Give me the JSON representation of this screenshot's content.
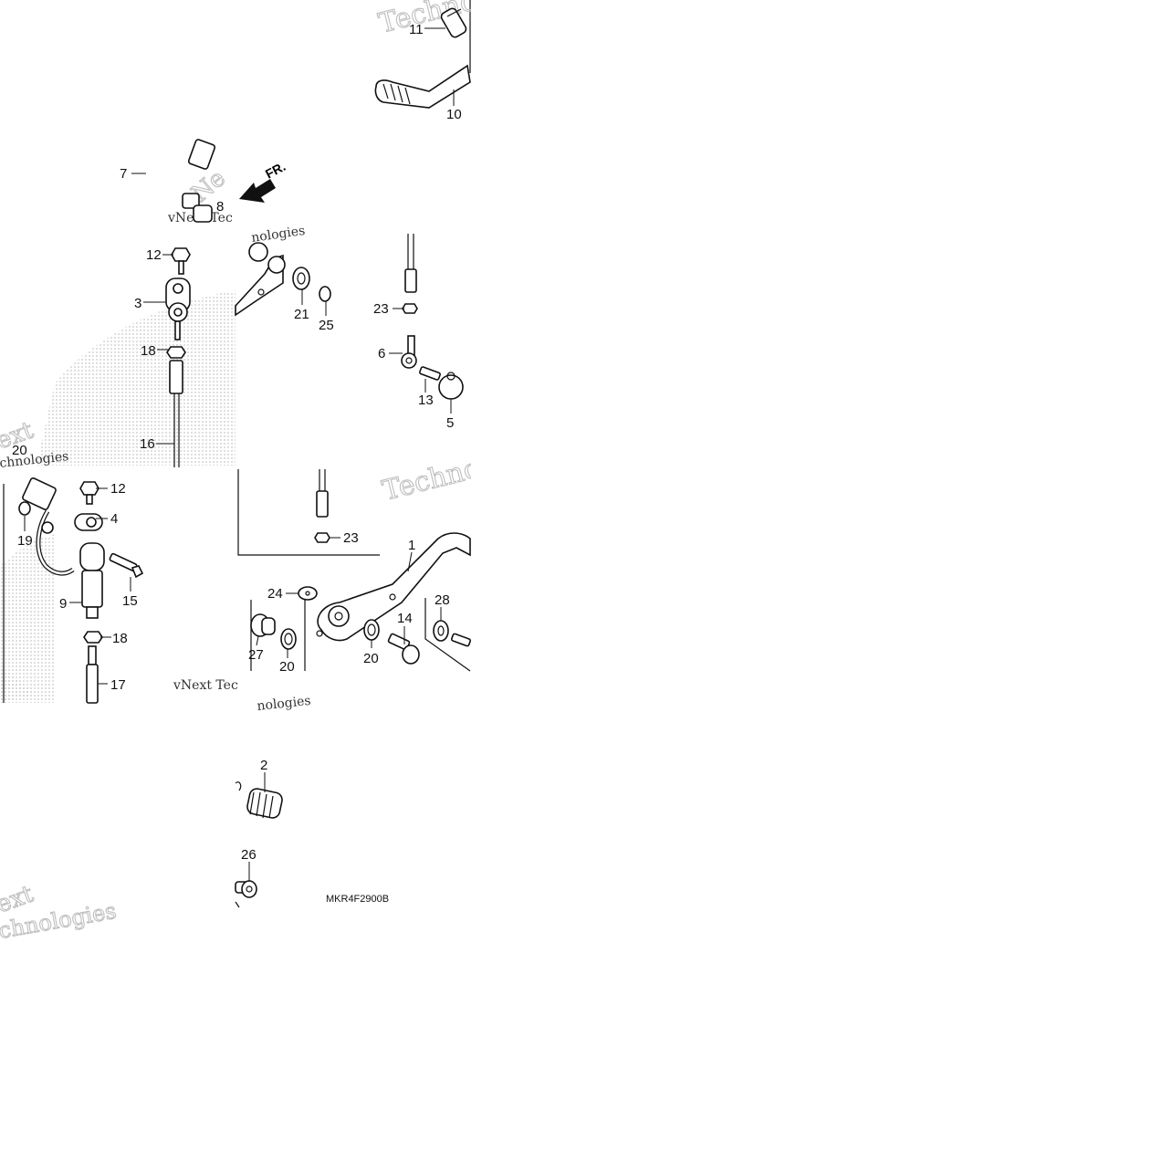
{
  "diagram": {
    "drawing_code": "MKR4F2900B",
    "direction_label": "FR.",
    "callouts": {
      "c1": "1",
      "c2": "2",
      "c3": "3",
      "c4": "4",
      "c5": "5",
      "c6": "6",
      "c7": "7",
      "c8": "8",
      "c9": "9",
      "c10": "10",
      "c11": "11",
      "c12a": "12",
      "c12b": "12",
      "c13": "13",
      "c14": "14",
      "c15": "15",
      "c16": "16",
      "c17": "17",
      "c18a": "18",
      "c18b": "18",
      "c19": "19",
      "c20a": "20",
      "c20b": "20",
      "c20c": "20",
      "c21": "21",
      "c23a": "23",
      "c23b": "23",
      "c24": "24",
      "c25": "25",
      "c26": "26",
      "c27": "27",
      "c28": "28"
    },
    "watermarks": {
      "w1": "Techno",
      "w2": "vNext Tec",
      "w3": "nologies",
      "w4": "ext",
      "w5": "chnologies",
      "w6": "Techno",
      "w7": "vNext Tec",
      "w8": "nologies",
      "w9": "ext",
      "w10": "chnologies",
      "w11": "vNe"
    }
  }
}
